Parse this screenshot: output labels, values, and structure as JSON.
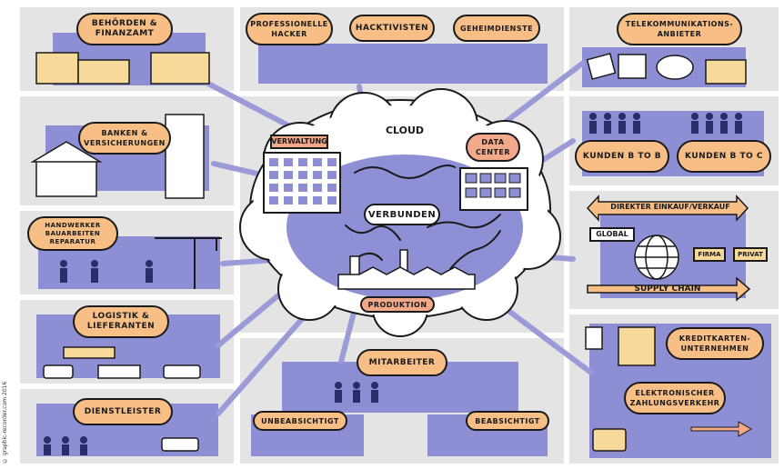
{
  "center": {
    "cloud": "CLOUD",
    "verbunden": "VERBUNDEN",
    "verwaltung": "VERWALTUNG",
    "data_center": "DATA CENTER",
    "produktion": "PRODUKTION"
  },
  "panels": {
    "behoerden": "BEHÖRDEN & FINANZAMT",
    "profi_hacker": "PROFESSIONELLE HACKER",
    "hacktivisten": "HACKTIVISTEN",
    "geheimdienste": "GEHEIMDIENSTE",
    "telekom": "TELEKOMMUNIKATIONS-ANBIETER",
    "banken": "BANKEN & VERSICHERUNGEN",
    "kunden_b2b": "KUNDEN B TO B",
    "kunden_b2c": "KUNDEN B TO C",
    "handwerker": "HANDWERKER BAUARBEITEN REPARATUR",
    "einkauf": "DIREKTER EINKAUF/VERKAUF",
    "global": "GLOBAL",
    "firma": "FIRMA",
    "privat": "PRIVAT",
    "supply_chain": "SUPPLY CHAIN",
    "logistik": "LOGISTIK & LIEFERANTEN",
    "dienstleister": "DIENSTLEISTER",
    "mitarbeiter": "MITARBEITER",
    "unbeabsichtigt": "UNBEABSICHTIGT",
    "beabsichtigt": "BEABSICHTIGT",
    "kreditkarten": "KREDITKARTEN-UNTERNEHMEN",
    "zahlungsverkehr": "ELEKTRONISCHER ZAHLUNGSVERKEHR"
  },
  "credit": "© graphic-recorder.com 2016",
  "colors": {
    "panel": "#e4e4e4",
    "band": "#8e8ed4",
    "pill": "#f7bf86",
    "tag": "#f2a98a",
    "connector": "#9b9bd8",
    "cloud_core": "#8f8fd6"
  }
}
